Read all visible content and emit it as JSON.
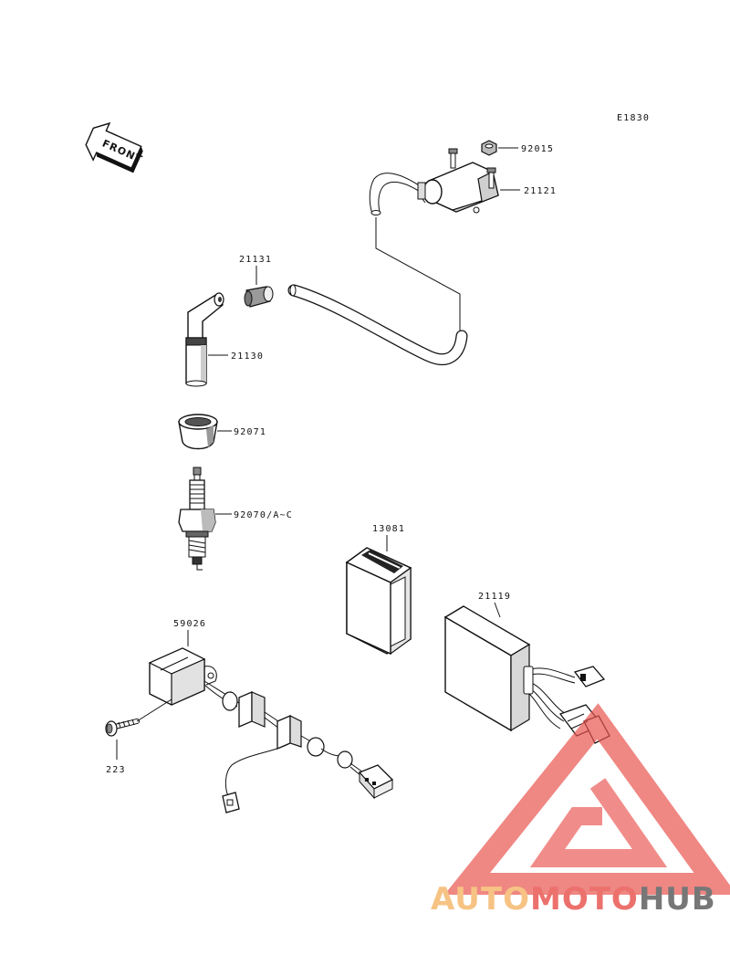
{
  "diagram_code": "E1830",
  "front_label": "FRONT",
  "parts": {
    "nut": "92015",
    "ignition_coil": "21121",
    "plug_cap_seal": "21131",
    "plug_cap": "21130",
    "boot": "92071",
    "spark_plug": "92070/A~C",
    "regulator": "13081",
    "igniter": "21119",
    "pickup_coil": "59026",
    "bolt": "223"
  },
  "watermark": {
    "part1": "AUTO",
    "part2": "MOTO",
    "part3": "HUB",
    "color_orange": "#f5b66a",
    "color_red": "#e8524e",
    "color_gray": "#5a5a5a"
  }
}
